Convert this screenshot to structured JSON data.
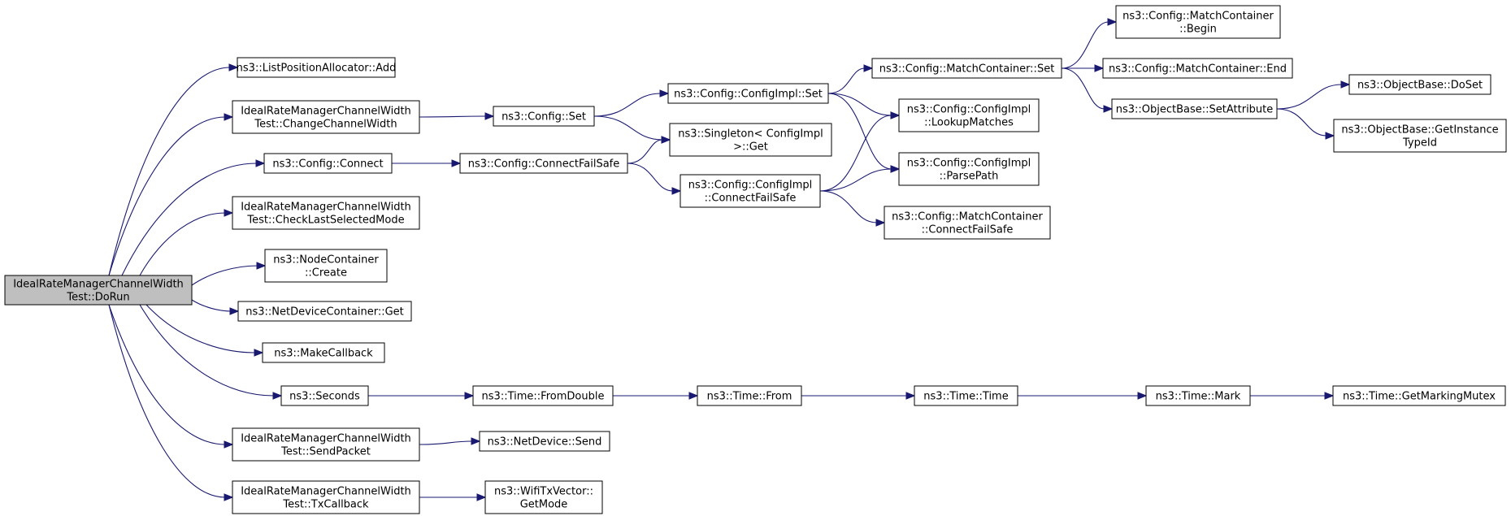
{
  "graph": {
    "nodes": [
      {
        "id": "root",
        "lines": [
          "IdealRateManagerChannelWidth",
          "Test::DoRun"
        ],
        "root": true
      },
      {
        "id": "list_add",
        "lines": [
          "ns3::ListPositionAllocator::Add"
        ]
      },
      {
        "id": "change_cw",
        "lines": [
          "IdealRateManagerChannelWidth",
          "Test::ChangeChannelWidth"
        ]
      },
      {
        "id": "config_connect",
        "lines": [
          "ns3::Config::Connect"
        ]
      },
      {
        "id": "check_last",
        "lines": [
          "IdealRateManagerChannelWidth",
          "Test::CheckLastSelectedMode"
        ]
      },
      {
        "id": "node_create",
        "lines": [
          "ns3::NodeContainer",
          "::Create"
        ]
      },
      {
        "id": "ndc_get",
        "lines": [
          "ns3::NetDeviceContainer::Get"
        ]
      },
      {
        "id": "make_cb",
        "lines": [
          "ns3::MakeCallback"
        ]
      },
      {
        "id": "seconds",
        "lines": [
          "ns3::Seconds"
        ]
      },
      {
        "id": "send_packet",
        "lines": [
          "IdealRateManagerChannelWidth",
          "Test::SendPacket"
        ]
      },
      {
        "id": "tx_cb",
        "lines": [
          "IdealRateManagerChannelWidth",
          "Test::TxCallback"
        ]
      },
      {
        "id": "config_set",
        "lines": [
          "ns3::Config::Set"
        ]
      },
      {
        "id": "cfs",
        "lines": [
          "ns3::Config::ConnectFailSafe"
        ]
      },
      {
        "id": "from_double",
        "lines": [
          "ns3::Time::FromDouble"
        ]
      },
      {
        "id": "nd_send",
        "lines": [
          "ns3::NetDevice::Send"
        ]
      },
      {
        "id": "get_mode",
        "lines": [
          "ns3::WifiTxVector::",
          "GetMode"
        ]
      },
      {
        "id": "ci_set",
        "lines": [
          "ns3::Config::ConfigImpl::Set"
        ]
      },
      {
        "id": "singleton_get",
        "lines": [
          "ns3::Singleton< ConfigImpl",
          ">::Get"
        ]
      },
      {
        "id": "ci_cfs",
        "lines": [
          "ns3::Config::ConfigImpl",
          "::ConnectFailSafe"
        ]
      },
      {
        "id": "time_from",
        "lines": [
          "ns3::Time::From"
        ]
      },
      {
        "id": "mc_set",
        "lines": [
          "ns3::Config::MatchContainer::Set"
        ]
      },
      {
        "id": "lookup",
        "lines": [
          "ns3::Config::ConfigImpl",
          "::LookupMatches"
        ]
      },
      {
        "id": "parse",
        "lines": [
          "ns3::Config::ConfigImpl",
          "::ParsePath"
        ]
      },
      {
        "id": "mc_cfs",
        "lines": [
          "ns3::Config::MatchContainer",
          "::ConnectFailSafe"
        ]
      },
      {
        "id": "time_time",
        "lines": [
          "ns3::Time::Time"
        ]
      },
      {
        "id": "mc_begin",
        "lines": [
          "ns3::Config::MatchContainer",
          "::Begin"
        ]
      },
      {
        "id": "mc_end",
        "lines": [
          "ns3::Config::MatchContainer::End"
        ]
      },
      {
        "id": "set_attr",
        "lines": [
          "ns3::ObjectBase::SetAttribute"
        ]
      },
      {
        "id": "time_mark",
        "lines": [
          "ns3::Time::Mark"
        ]
      },
      {
        "id": "doset",
        "lines": [
          "ns3::ObjectBase::DoSet"
        ]
      },
      {
        "id": "get_inst",
        "lines": [
          "ns3::ObjectBase::GetInstance",
          "TypeId"
        ]
      },
      {
        "id": "get_mutex",
        "lines": [
          "ns3::Time::GetMarkingMutex"
        ]
      }
    ],
    "edges": [
      [
        "root",
        "list_add"
      ],
      [
        "root",
        "change_cw"
      ],
      [
        "root",
        "config_connect"
      ],
      [
        "root",
        "check_last"
      ],
      [
        "root",
        "node_create"
      ],
      [
        "root",
        "ndc_get"
      ],
      [
        "root",
        "make_cb"
      ],
      [
        "root",
        "seconds"
      ],
      [
        "root",
        "send_packet"
      ],
      [
        "root",
        "tx_cb"
      ],
      [
        "change_cw",
        "config_set"
      ],
      [
        "config_connect",
        "cfs"
      ],
      [
        "seconds",
        "from_double"
      ],
      [
        "send_packet",
        "nd_send"
      ],
      [
        "tx_cb",
        "get_mode"
      ],
      [
        "config_set",
        "ci_set"
      ],
      [
        "config_set",
        "singleton_get"
      ],
      [
        "cfs",
        "singleton_get"
      ],
      [
        "cfs",
        "ci_cfs"
      ],
      [
        "from_double",
        "time_from"
      ],
      [
        "ci_set",
        "mc_set"
      ],
      [
        "ci_set",
        "lookup"
      ],
      [
        "ci_set",
        "parse"
      ],
      [
        "ci_cfs",
        "lookup"
      ],
      [
        "ci_cfs",
        "parse"
      ],
      [
        "ci_cfs",
        "mc_cfs"
      ],
      [
        "time_from",
        "time_time"
      ],
      [
        "mc_set",
        "mc_begin"
      ],
      [
        "mc_set",
        "mc_end"
      ],
      [
        "mc_set",
        "set_attr"
      ],
      [
        "time_time",
        "time_mark"
      ],
      [
        "set_attr",
        "doset"
      ],
      [
        "set_attr",
        "get_inst"
      ],
      [
        "time_mark",
        "get_mutex"
      ]
    ]
  }
}
